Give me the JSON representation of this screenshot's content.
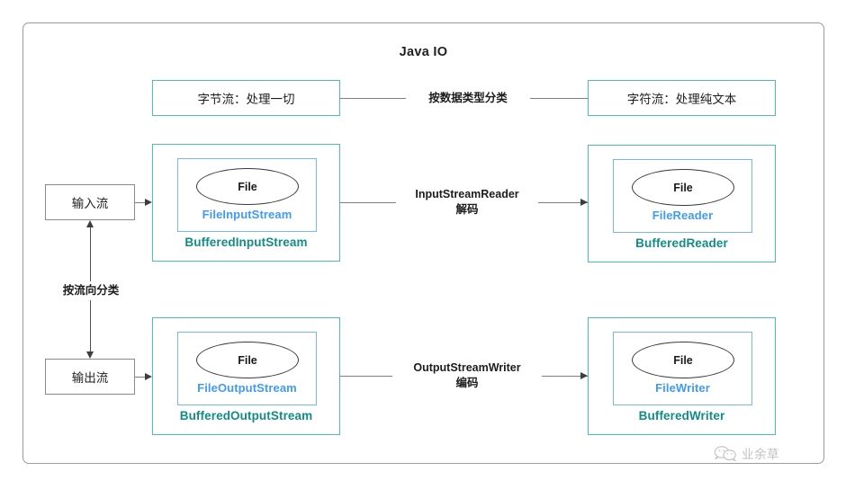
{
  "diagram": {
    "title": "Java IO",
    "type": "flow-diagram"
  },
  "categories": {
    "byte_stream": "字节流：处理一切",
    "char_stream": "字符流：处理纯文本",
    "classify_by_datatype": "按数据类型分类",
    "classify_by_direction": "按流向分类"
  },
  "flow_boxes": {
    "input": "输入流",
    "output": "输出流"
  },
  "streams": [
    {
      "key": "buffered_input_stream",
      "outer": "BufferedInputStream",
      "inner": "FileInputStream",
      "node": "File"
    },
    {
      "key": "buffered_reader",
      "outer": "BufferedReader",
      "inner": "FileReader",
      "node": "File"
    },
    {
      "key": "buffered_output_stream",
      "outer": "BufferedOutputStream",
      "inner": "FileOutputStream",
      "node": "File"
    },
    {
      "key": "buffered_writer",
      "outer": "BufferedWriter",
      "inner": "FileWriter",
      "node": "File"
    }
  ],
  "connectors": {
    "reader_bridge_line1": "InputStreamReader",
    "reader_bridge_line2": "解码",
    "writer_bridge_line1": "OutputStreamWriter",
    "writer_bridge_line2": "编码"
  },
  "watermark": {
    "text": "业余草",
    "icon": "wechat-icon"
  },
  "colors": {
    "teal_border": "#4bbfb3",
    "teal_text": "#118c86",
    "blue_border": "#78b6f5",
    "blue_text": "#3f9bf5",
    "gray_border": "#8a8a8a",
    "line": "#7d7d7d",
    "frame": "#9a9a9a",
    "background": "#ffffff"
  }
}
